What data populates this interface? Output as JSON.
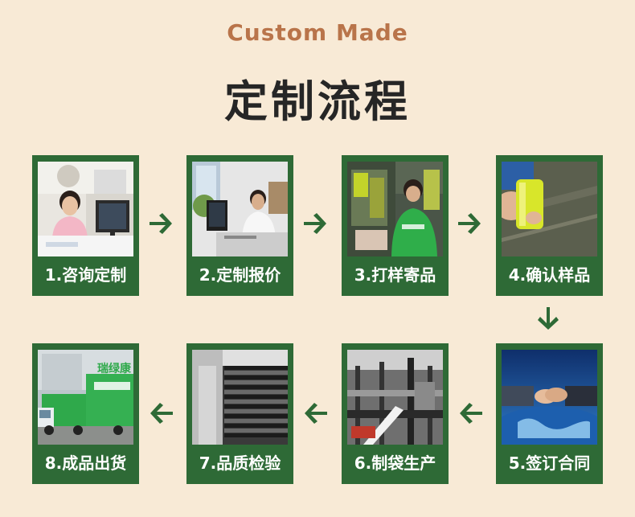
{
  "header": {
    "subtitle": "Custom Made",
    "title": "定制流程"
  },
  "colors": {
    "background": "#f8ead6",
    "card": "#2e6a36",
    "arrow": "#2e6a36",
    "subtitle": "#b9744a"
  },
  "steps": [
    {
      "label": "1.咨询定制",
      "icon": "customer-service-photo"
    },
    {
      "label": "2.定制报价",
      "icon": "office-quote-photo"
    },
    {
      "label": "3.打样寄品",
      "icon": "sample-making-photo"
    },
    {
      "label": "4.确认样品",
      "icon": "sample-confirm-photo"
    },
    {
      "label": "5.签订合同",
      "icon": "handshake-contract-photo"
    },
    {
      "label": "6.制袋生产",
      "icon": "bag-production-photo"
    },
    {
      "label": "7.品质检验",
      "icon": "quality-inspection-photo"
    },
    {
      "label": "8.成品出货",
      "icon": "delivery-truck-photo"
    }
  ],
  "truck_text": "瑞绿康"
}
